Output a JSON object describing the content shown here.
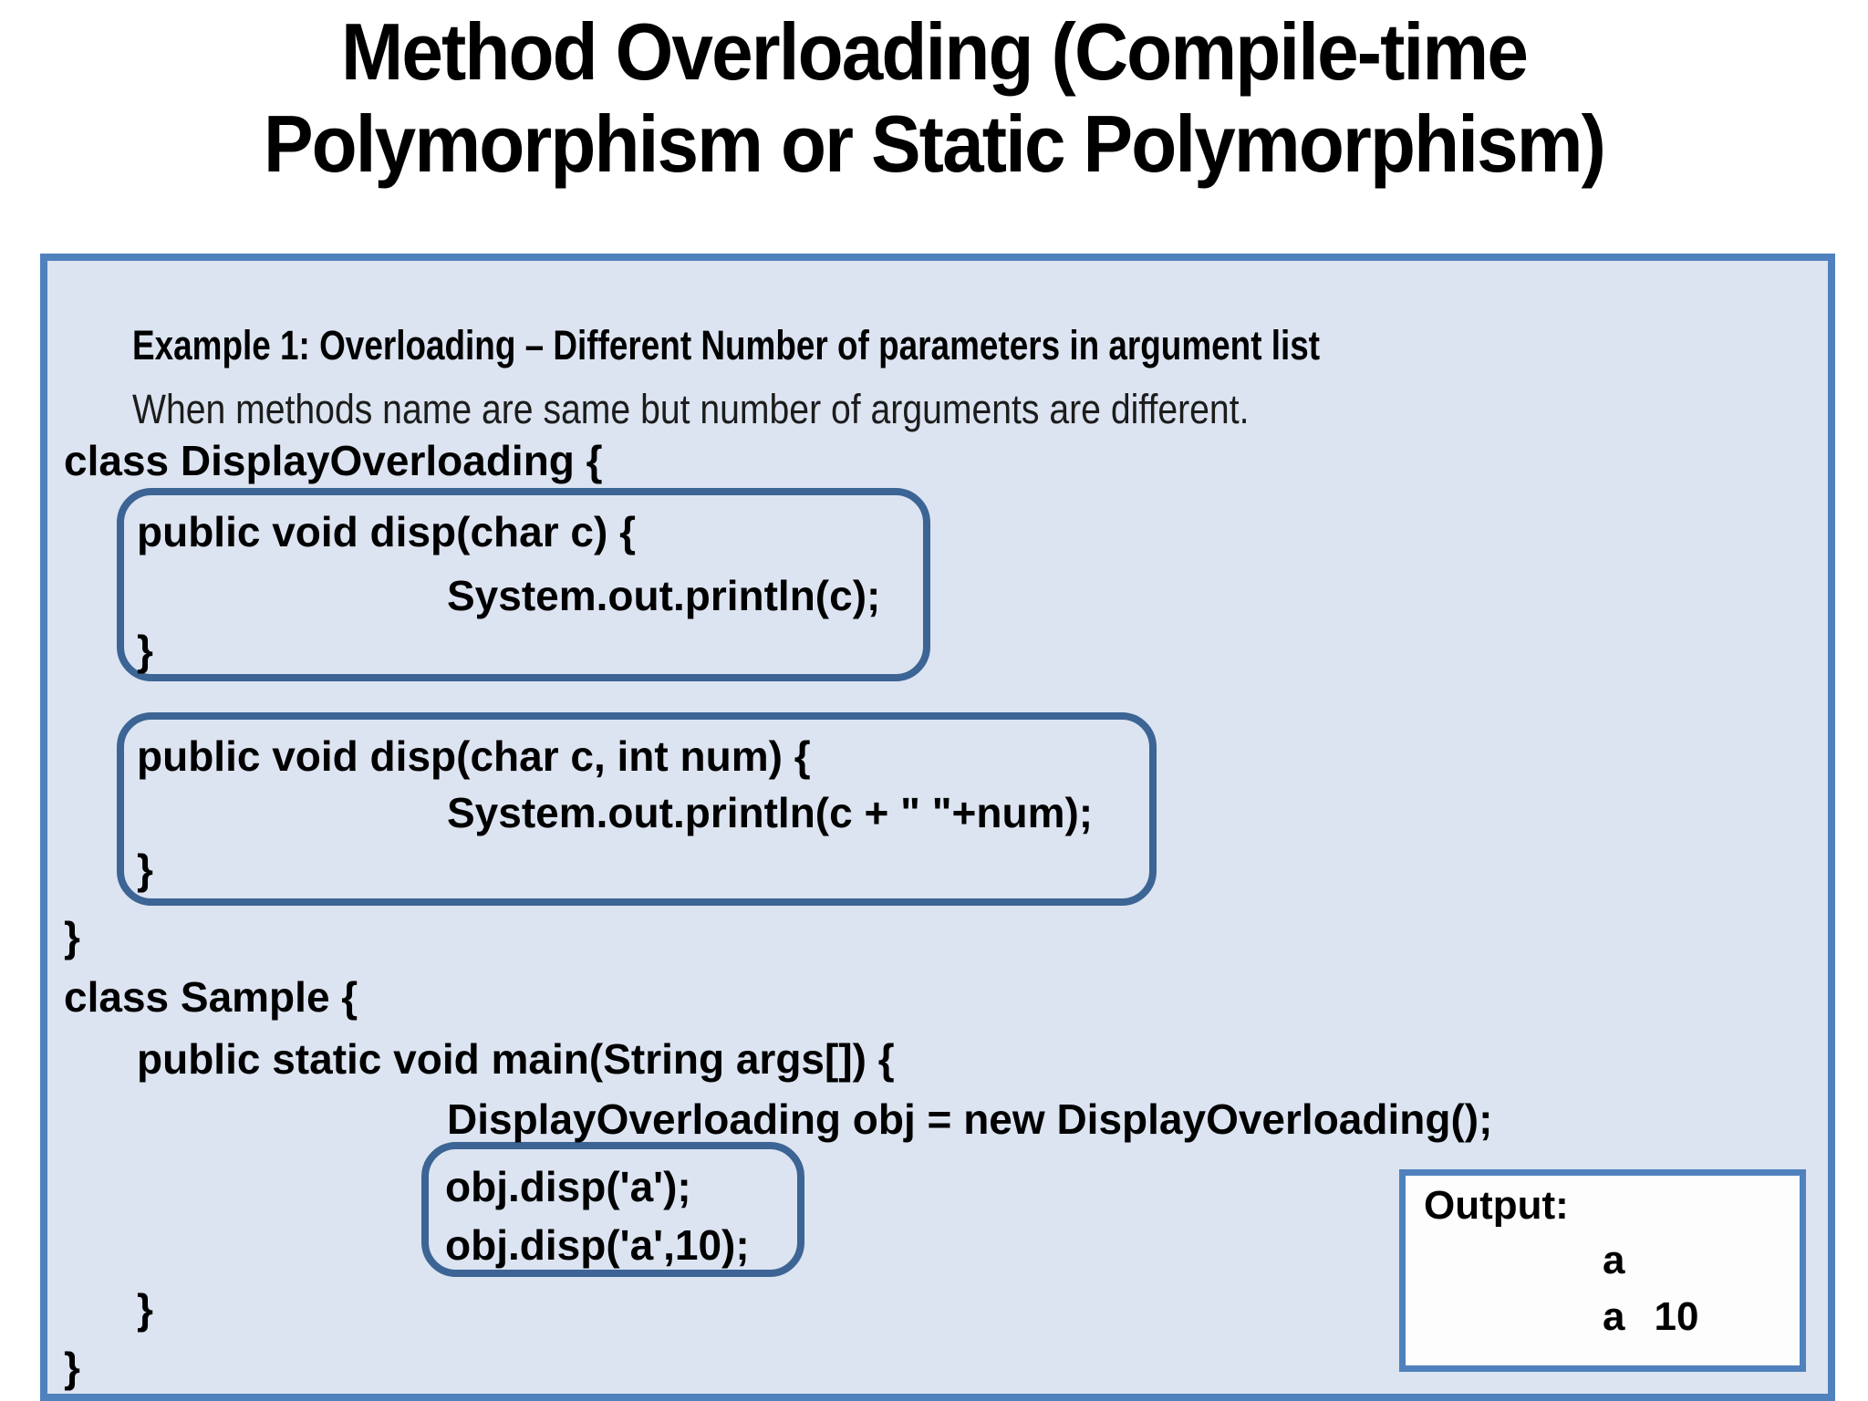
{
  "slide": {
    "title_line1": "Method Overloading (Compile-time",
    "title_line2": "Polymorphism or Static Polymorphism)"
  },
  "panel": {
    "heading": "Example 1: Overloading – Different Number of parameters in argument list",
    "subheading": "When methods name are same but number of arguments are different.",
    "code": {
      "class_display_open": "class DisplayOverloading {",
      "method1_signature": "public void disp(char c) {",
      "method1_body": "System.out.println(c);",
      "method1_close": "}",
      "method2_signature": "public void disp(char c, int num) {",
      "method2_body": "System.out.println(c + \" \"+num);",
      "method2_close": "}",
      "class_display_close": "}",
      "class_sample_open": "class Sample {",
      "main_signature": "public static void main(String args[]) {",
      "object_creation": "DisplayOverloading obj = new DisplayOverloading();",
      "call1": "obj.disp('a');",
      "call2": "obj.disp('a',10);",
      "main_close": "}",
      "class_sample_close": "}"
    },
    "output": {
      "label": "Output:",
      "line1": "a",
      "line2_char": "a",
      "line2_num": "10"
    }
  },
  "colors": {
    "panel_bg": "#dce4f1",
    "panel_border": "#4f81bd",
    "highlight_border": "#3c6494",
    "output_bg": "#fdfdfd",
    "output_border": "#4f81bd"
  }
}
